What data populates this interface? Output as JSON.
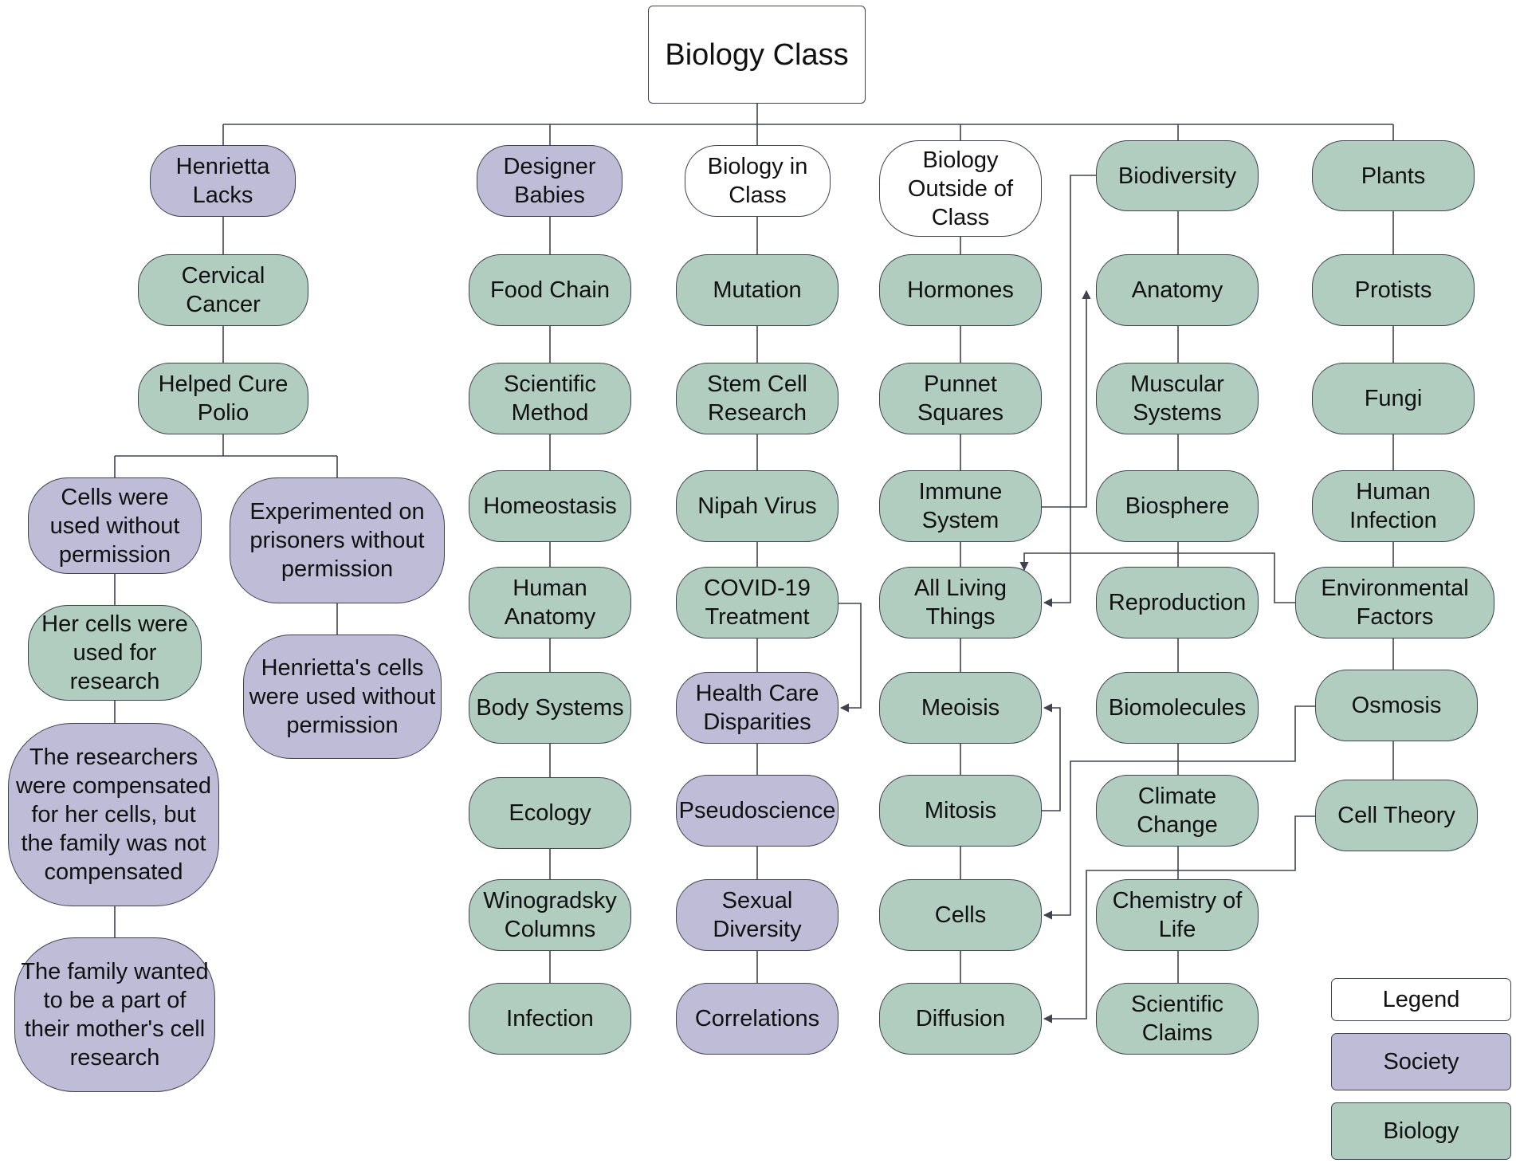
{
  "title": "Biology Class",
  "colors": {
    "biology": "#b0cdc0",
    "society": "#bebcd6",
    "neutral": "#ffffff",
    "line": "#3f4350"
  },
  "nodes": {
    "henrietta_lacks": "Henrietta Lacks",
    "cervical_cancer": "Cervical Cancer",
    "helped_cure_polio": "Helped Cure Polio",
    "cells_used_without_permission": "Cells were used without permission",
    "experimented_on_prisoners": "Experimented on prisoners without permission",
    "her_cells_research": "Her cells were used for research",
    "researchers_compensated": "The researchers were compensated for her cells, but the family was not compensated",
    "family_wanted": "The family wanted to be a part of their mother's cell research",
    "henriettas_cells": "Henrietta's cells were used without permission",
    "designer_babies": "Designer Babies",
    "food_chain": "Food Chain",
    "scientific_method": "Scientific Method",
    "homeostasis": "Homeostasis",
    "human_anatomy": "Human Anatomy",
    "body_systems": "Body Systems",
    "ecology": "Ecology",
    "winogradsky_columns": "Winogradsky Columns",
    "infection": "Infection",
    "biology_in_class": "Biology in Class",
    "mutation": "Mutation",
    "stem_cell_research": "Stem Cell Research",
    "nipah_virus": "Nipah Virus",
    "covid_treatment": "COVID-19 Treatment",
    "health_care_disparities": "Health Care Disparities",
    "pseudoscience": "Pseudoscience",
    "sexual_diversity": "Sexual Diversity",
    "correlations": "Correlations",
    "biology_outside_class": "Biology Outside of Class",
    "hormones": "Hormones",
    "punnet_squares": "Punnet Squares",
    "immune_system": "Immune System",
    "all_living_things": "All Living Things",
    "meoisis": "Meoisis",
    "mitosis": "Mitosis",
    "cells": "Cells",
    "diffusion": "Diffusion",
    "biodiversity": "Biodiversity",
    "anatomy": "Anatomy",
    "muscular_systems": "Muscular Systems",
    "biosphere": "Biosphere",
    "reproduction": "Reproduction",
    "biomolecules": "Biomolecules",
    "climate_change": "Climate Change",
    "chemistry_of_life": "Chemistry of Life",
    "scientific_claims": "Scientific Claims",
    "plants": "Plants",
    "protists": "Protists",
    "fungi": "Fungi",
    "human_infection": "Human Infection",
    "environmental_factors": "Environmental Factors",
    "osmosis": "Osmosis",
    "cell_theory": "Cell Theory"
  },
  "legend": {
    "title": "Legend",
    "society": "Society",
    "biology": "Biology"
  }
}
